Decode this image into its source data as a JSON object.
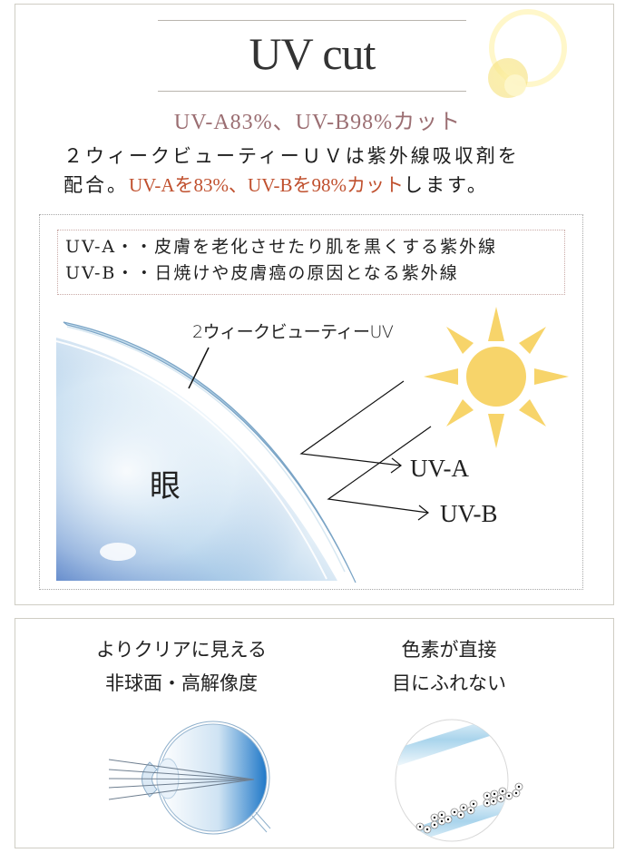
{
  "uv_section": {
    "title": "UV cut",
    "subtitle": "UV-A83%、UV-B98%カット",
    "body": {
      "line1": "２ウィークビューティーＵＶは紫外線吸収剤を",
      "line2_prefix": "配合。",
      "line2_highlight": "UV-Aを83%、UV-Bを98%カット",
      "line2_suffix": "します。"
    },
    "definitions": [
      "UV-A・・皮膚を老化させたり肌を黒くする紫外線",
      "UV-B・・日焼けや皮膚癌の原因となる紫外線"
    ],
    "diagram": {
      "lens_label": "2ウィークビューティーUV",
      "eye_label": "眼",
      "uva_label": "UV-A",
      "uvb_label": "UV-B"
    }
  },
  "features": [
    {
      "line1": "よりクリアに見える",
      "line2": "非球面・高解像度"
    },
    {
      "line1": "色素が直接",
      "line2": "目にふれない"
    }
  ],
  "colors": {
    "subtitle": "#9b6e72",
    "highlight": "#c0502e",
    "sun": "#f7d46a",
    "lens_blue": "#6fa0c8",
    "frame_border": "#cfcdc4"
  }
}
